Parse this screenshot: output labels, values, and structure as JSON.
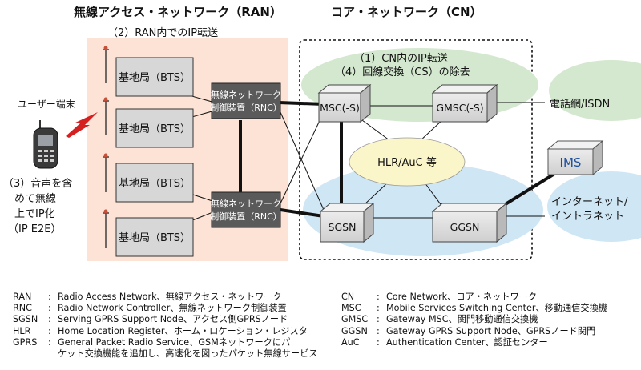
{
  "headings": {
    "ran": "無線アクセス・ネットワーク（RAN）",
    "cn": "コア・ネットワーク（CN）"
  },
  "notes": {
    "ran_ip": "（2）RAN内でのIP転送",
    "cn_ip": "（1）CN内のIP転送",
    "cs_removal": "（4）回線交換（CS）の除去",
    "voice_ip": [
      "（3）音声を含",
      "めて無線",
      "上でIP化",
      "（IP E2E）"
    ]
  },
  "nodes": {
    "bts": [
      "基地局（BTS）",
      "基地局（BTS）",
      "基地局（BTS）",
      "基地局（BTS）"
    ],
    "rnc": [
      "無線ネットワーク",
      "制御装置（RNC）"
    ],
    "msc": "MSC(-S)",
    "gmsc": "GMSC(-S)",
    "hlr": "HLR/AuC 等",
    "sgsn": "SGSN",
    "ggsn": "GGSN",
    "ims": "IMS",
    "phone_net": "電話網/ISDN",
    "internet": [
      "インターネット/",
      "イントラネット"
    ],
    "user": "ユーザー端末"
  },
  "colors": {
    "ran_bg": "#fce3d6",
    "green_cloud": "#d3e8cf",
    "blue_cloud": "#cfe6f5",
    "hlr_fill": "#fbf6c9",
    "box_gray": "#d7d7d7",
    "rnc_dark": "#5a5a5a",
    "ims_text": "#1e4f9c",
    "lightning": "#d42020"
  },
  "icons": [
    "mobile-phone-icon",
    "antenna-tower-icon",
    "lightning-bolt-icon"
  ],
  "legend": {
    "left": [
      {
        "abbr": "RAN",
        "text": "Radio Access Network、無線アクセス・ネットワーク"
      },
      {
        "abbr": "RNC",
        "text": "Radio Network Controller、無線ネットワーク制御装置"
      },
      {
        "abbr": "SGSN",
        "text": "Serving GPRS Support Node、アクセス側GPRSノード"
      },
      {
        "abbr": "HLR",
        "text": "Home Location Register、ホーム・ロケーション・レジスタ"
      },
      {
        "abbr": "GPRS",
        "text": "General Packet Radio Service、GSMネットワークにパ",
        "cont": "ケット交換機能を追加し、高速化を図ったパケット無線サービス"
      }
    ],
    "right": [
      {
        "abbr": "CN",
        "text": "Core Network、コア・ネットワーク"
      },
      {
        "abbr": "MSC",
        "text": "Mobile Services Switching Center、移動通信交換機"
      },
      {
        "abbr": "GMSC",
        "text": "Gateway MSC、関門移動通信交換機"
      },
      {
        "abbr": "GGSN",
        "text": "Gateway GPRS Support Node、GPRSノード関門"
      },
      {
        "abbr": "AuC",
        "text": "Authentication Center、認証センター"
      }
    ]
  }
}
